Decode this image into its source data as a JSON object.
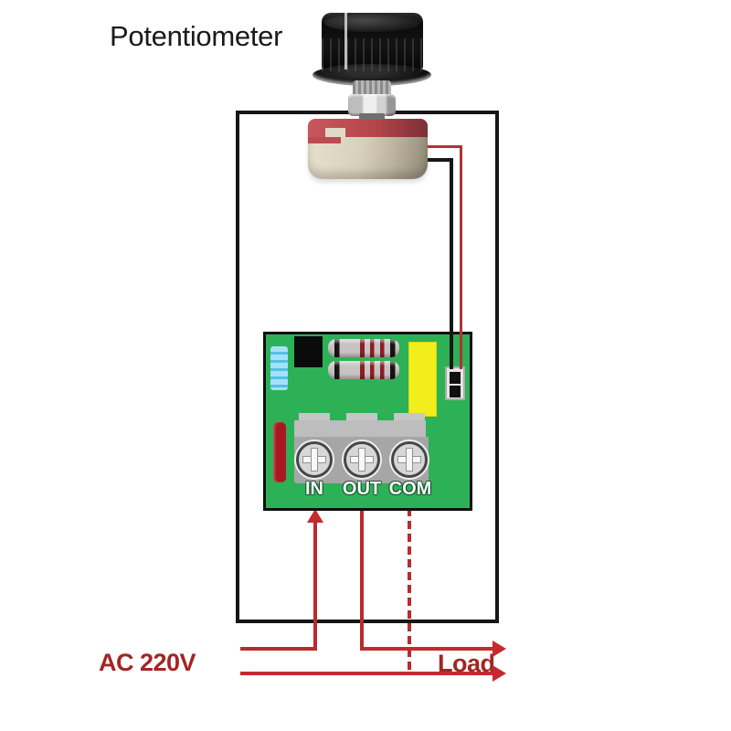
{
  "title": {
    "label": "Potentiometer"
  },
  "pcb": {
    "terminals": [
      {
        "label": "IN"
      },
      {
        "label": "OUT"
      },
      {
        "label": "COM"
      }
    ]
  },
  "wiring": {
    "source_label": "AC 220V",
    "load_label": "Load"
  },
  "colors": {
    "pcb_green": "#2db156",
    "capacitor_yellow": "#f2ee1c",
    "capacitor_blue": "#7fd0f0",
    "led_red": "#a91722",
    "terminal_gray": "#a6a6a6",
    "pot_body_tan": "#d8d1ba",
    "pot_band_red": "#bc4b52",
    "wire_red": "#b23235",
    "wire_black": "#161616",
    "circuit_line_red": "#c62a2e",
    "annotation_red": "#a32523",
    "outline_black": "#161616",
    "knob_black": "#0a0a0a"
  }
}
